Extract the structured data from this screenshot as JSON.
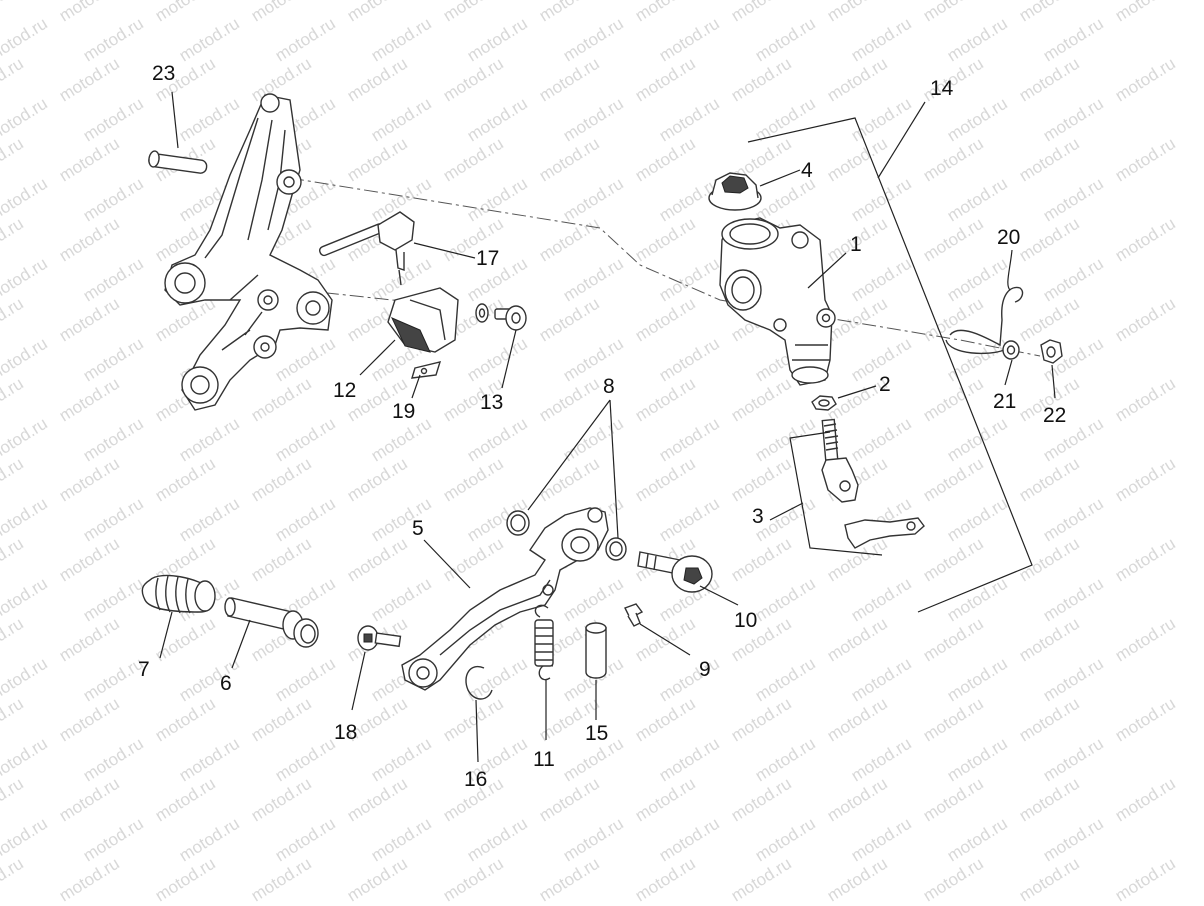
{
  "watermark": "motod.ru",
  "callouts": {
    "c1": "1",
    "c2": "2",
    "c3": "3",
    "c4": "4",
    "c5": "5",
    "c6": "6",
    "c7": "7",
    "c8": "8",
    "c9": "9",
    "c10": "10",
    "c11": "11",
    "c12": "12",
    "c13": "13",
    "c14": "14",
    "c15": "15",
    "c16": "16",
    "c17": "17",
    "c18": "18",
    "c19": "19",
    "c20": "20",
    "c21": "21",
    "c22": "22",
    "c23": "23"
  }
}
